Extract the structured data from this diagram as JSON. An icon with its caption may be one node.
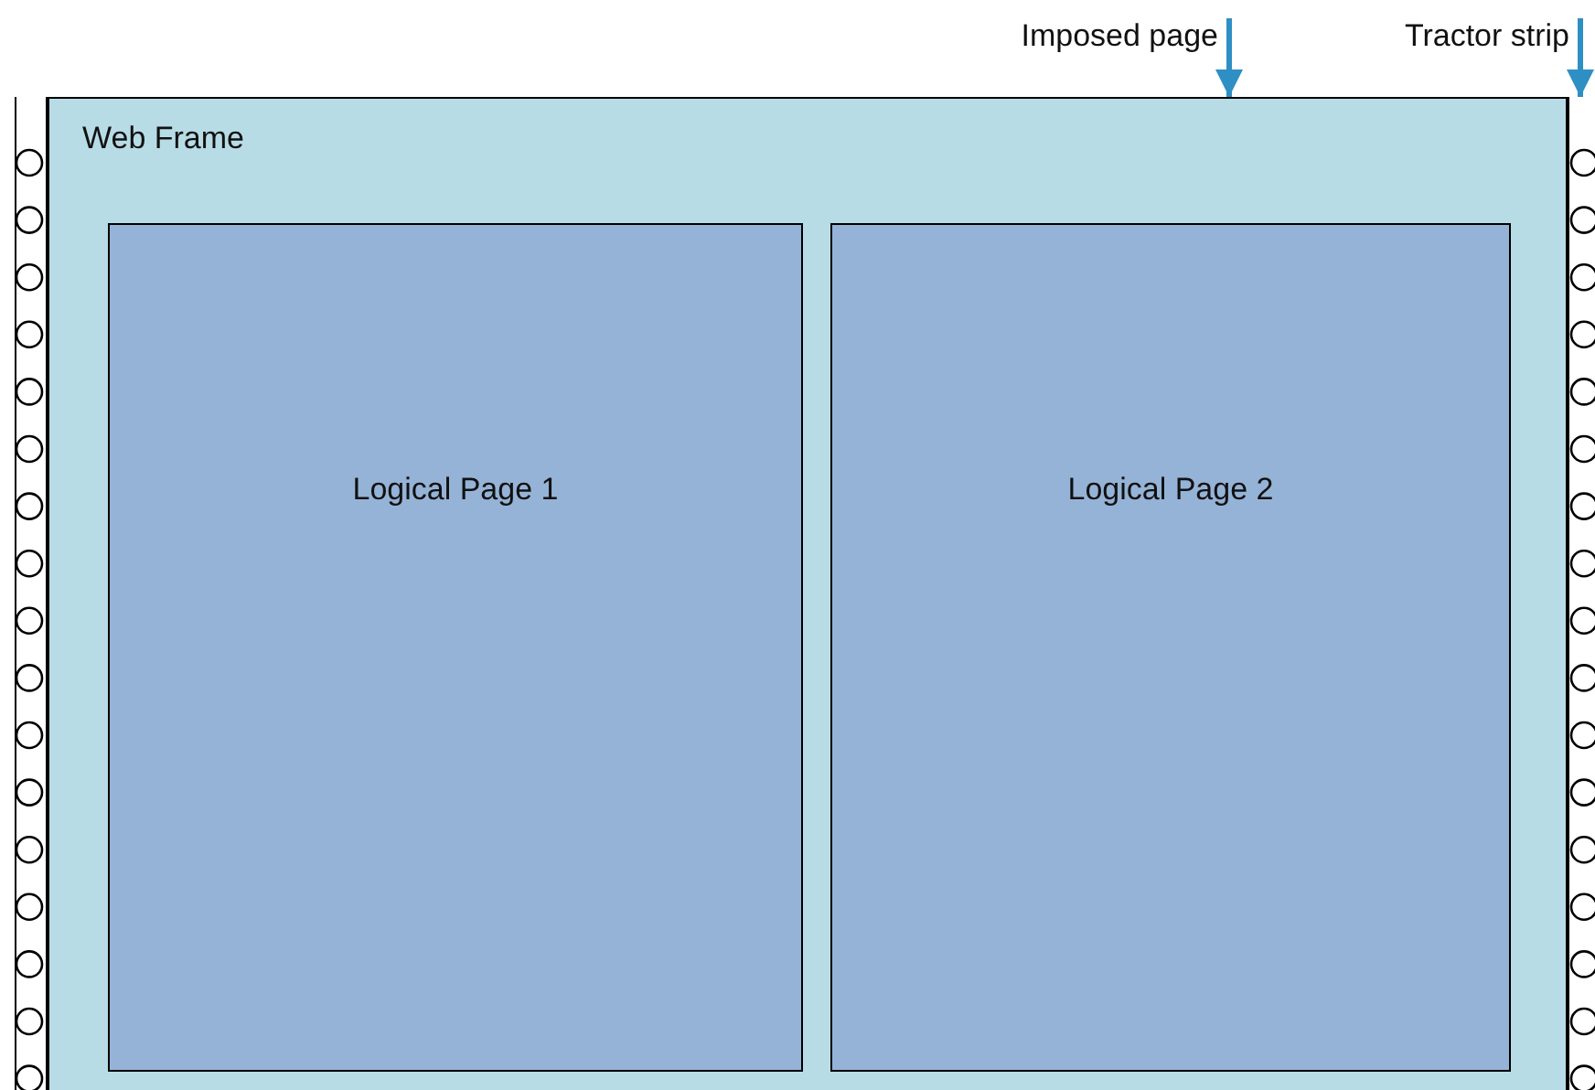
{
  "diagram": {
    "nodes": [
      {
        "text": [
          "Imposed page"
        ]
      },
      {
        "text": [
          "Tractor strip"
        ]
      },
      {
        "text": [
          "Web Frame"
        ]
      },
      {
        "text": [
          "Logical Page 1"
        ],
        "in": 2
      },
      {
        "text": [
          "Logical Page 2"
        ],
        "in": 2
      },
      {
        "text": [],
        "shape": "bar"
      },
      {
        "text": [],
        "shape": "bar"
      }
    ],
    "edges": [
      {
        "from": 0,
        "to": 2,
        "arrow": "to"
      },
      {
        "from": 1,
        "to": 6,
        "arrow": "to"
      }
    ]
  }
}
